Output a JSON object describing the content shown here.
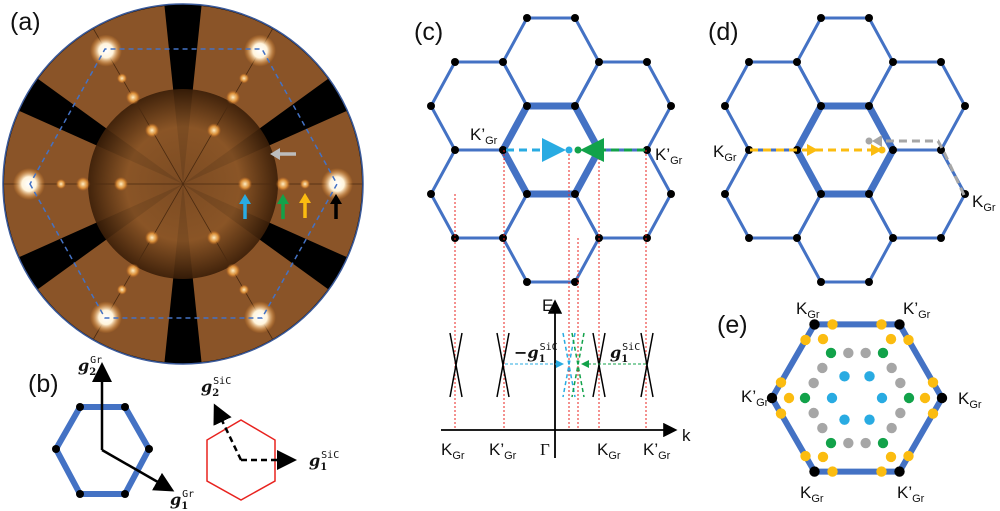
{
  "panels": {
    "a": "(a)",
    "b": "(b)",
    "c": "(c)",
    "d": "(d)",
    "e": "(e)"
  },
  "k_label": {
    "main": "K",
    "sub": "Gr"
  },
  "kp_label": {
    "main": "K’",
    "sub": "Gr"
  },
  "axes": {
    "energy": "E",
    "momentum": "k",
    "gamma": "Γ"
  },
  "vectors": {
    "g": "g",
    "minus_g": "−g",
    "sub1": "1",
    "sub2": "2",
    "gr": "Gr",
    "sic": "SiC"
  },
  "colors": {
    "lattice": "#4472c4",
    "cyan": "#29abe2",
    "green": "#12a24a",
    "yellow": "#fbbc10",
    "gray": "#a6a6a6",
    "red": "#e8231f",
    "black": "#000000"
  }
}
